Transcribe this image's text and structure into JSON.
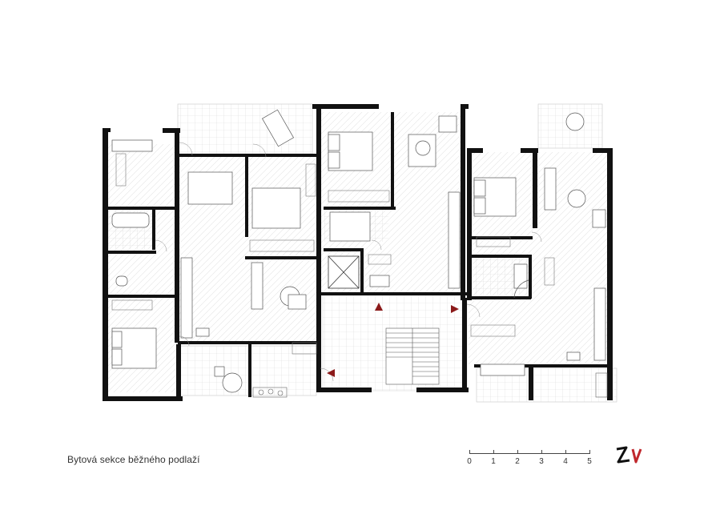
{
  "caption": "Bytová sekce běžného podlaží",
  "scale_bar": {
    "labels": [
      "0",
      "1",
      "2",
      "3",
      "4",
      "5"
    ]
  },
  "colors": {
    "wall": "#111111",
    "entry_marker": "#8b1a1a",
    "floor_tile": "#d6d6d6",
    "logo_accent": "#c0282d"
  },
  "icons": [
    "north-logo",
    "entry-arrow"
  ]
}
